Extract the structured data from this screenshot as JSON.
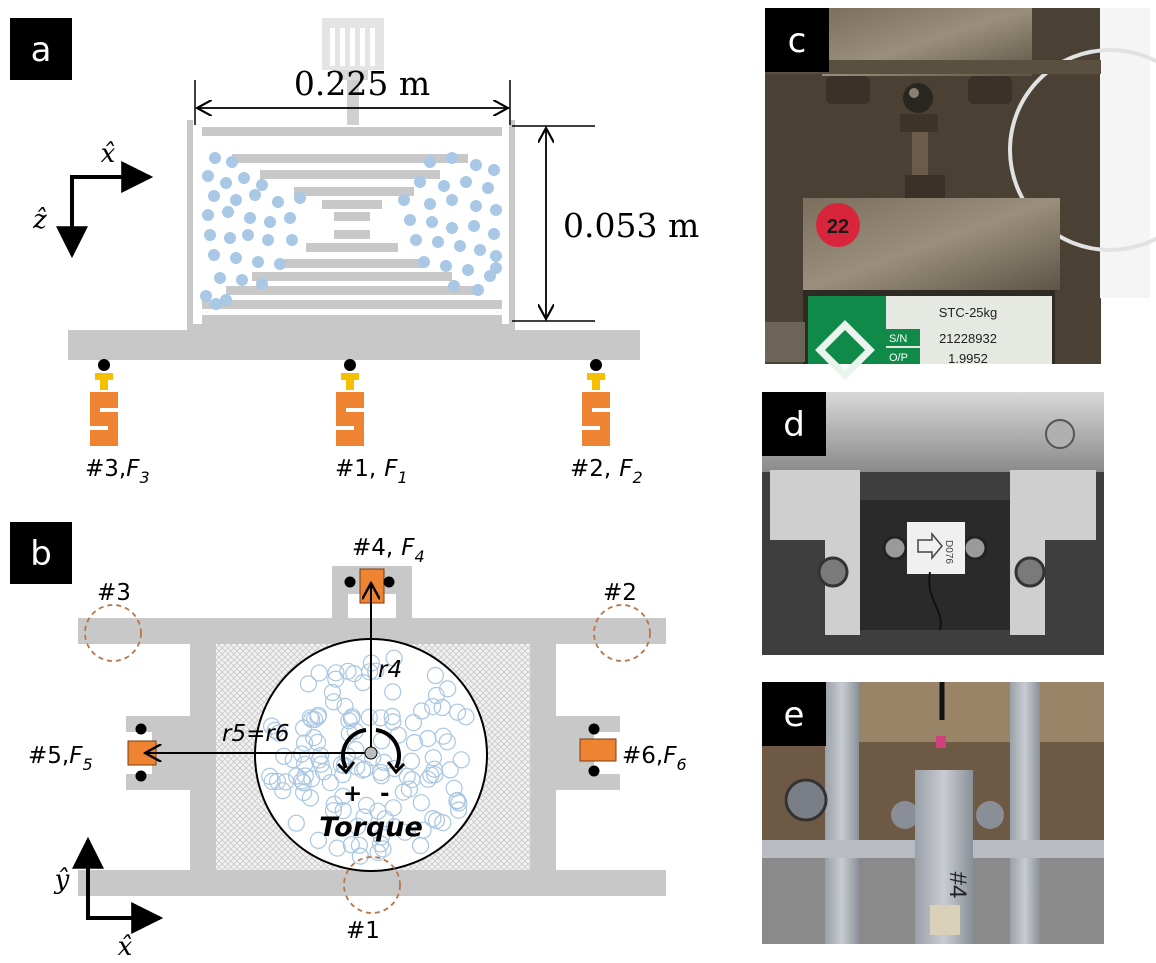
{
  "panels": {
    "a": "a",
    "b": "b",
    "c": "c",
    "d": "d",
    "e": "e"
  },
  "panel_a": {
    "width_dim": "0.225 m",
    "height_dim": "0.053 m",
    "axis_x": "x̂",
    "axis_z": "ẑ",
    "sensors": [
      {
        "num": "#3,",
        "force": "F",
        "sub": "3"
      },
      {
        "num": "#1,",
        "force": "F",
        "sub": "1"
      },
      {
        "num": "#2,",
        "force": "F",
        "sub": "2"
      }
    ]
  },
  "panel_b": {
    "sensor4": {
      "num": "#4,",
      "force": "F",
      "sub": "4"
    },
    "sensor5": {
      "num": "#5,",
      "force": "F",
      "sub": "5"
    },
    "sensor6": {
      "num": "#6,",
      "force": "F",
      "sub": "6"
    },
    "pos3": "#3",
    "pos2": "#2",
    "pos1": "#1",
    "r4": "r4",
    "r56": "r5=r6",
    "plus": "+",
    "minus": "-",
    "torque": "Torque",
    "axis_x": "x̂",
    "axis_y": "ŷ"
  },
  "photo_c": {
    "tag": "22",
    "model": "STC-25kg",
    "sn_label": "S/N",
    "sn_value": "21228932",
    "op_label": "O/P",
    "op_value": "1.9952"
  },
  "photo_d": {
    "chip": "D076"
  },
  "photo_e": {
    "mark": "#4"
  },
  "colors": {
    "frame": "#c8c8c8",
    "sensor": "#ee8332",
    "sensor_top": "#f5c000",
    "particle": "#a8c8e6",
    "dashed": "#b8744a"
  }
}
